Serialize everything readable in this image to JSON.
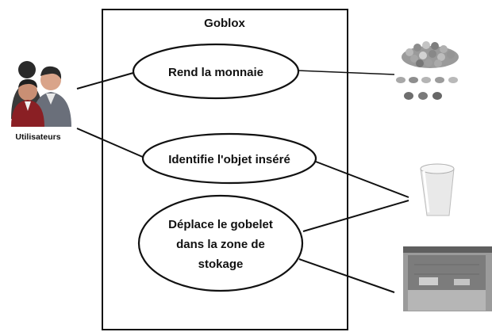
{
  "system": {
    "title": "Goblox"
  },
  "actors": {
    "users": {
      "label": "Utilisateurs",
      "icon": "users-icon"
    },
    "coins": {
      "icon": "coins-icon"
    },
    "cup": {
      "icon": "cup-icon"
    },
    "storage": {
      "icon": "storage-box-icon"
    }
  },
  "use_cases": [
    {
      "lines": [
        "Rend la monnaie"
      ]
    },
    {
      "lines": [
        "Identifie l'objet inséré"
      ]
    },
    {
      "lines": [
        "Déplace le gobelet",
        "dans la zone de",
        "stokage"
      ]
    }
  ],
  "colors": {
    "stroke": "#111111",
    "background": "#ffffff"
  }
}
